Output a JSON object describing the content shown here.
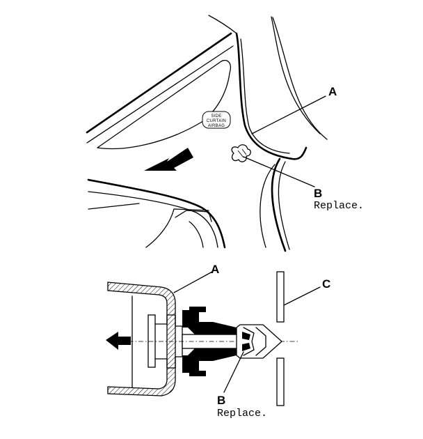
{
  "top_view": {
    "callout_a": "A",
    "callout_b": "B",
    "note_b": "Replace.",
    "badge_lines": [
      "SIDE",
      "CURTAIN",
      "AIRBAG"
    ]
  },
  "section_view": {
    "callout_a": "A",
    "callout_b": "B",
    "callout_c": "C",
    "note_b": "Replace."
  }
}
